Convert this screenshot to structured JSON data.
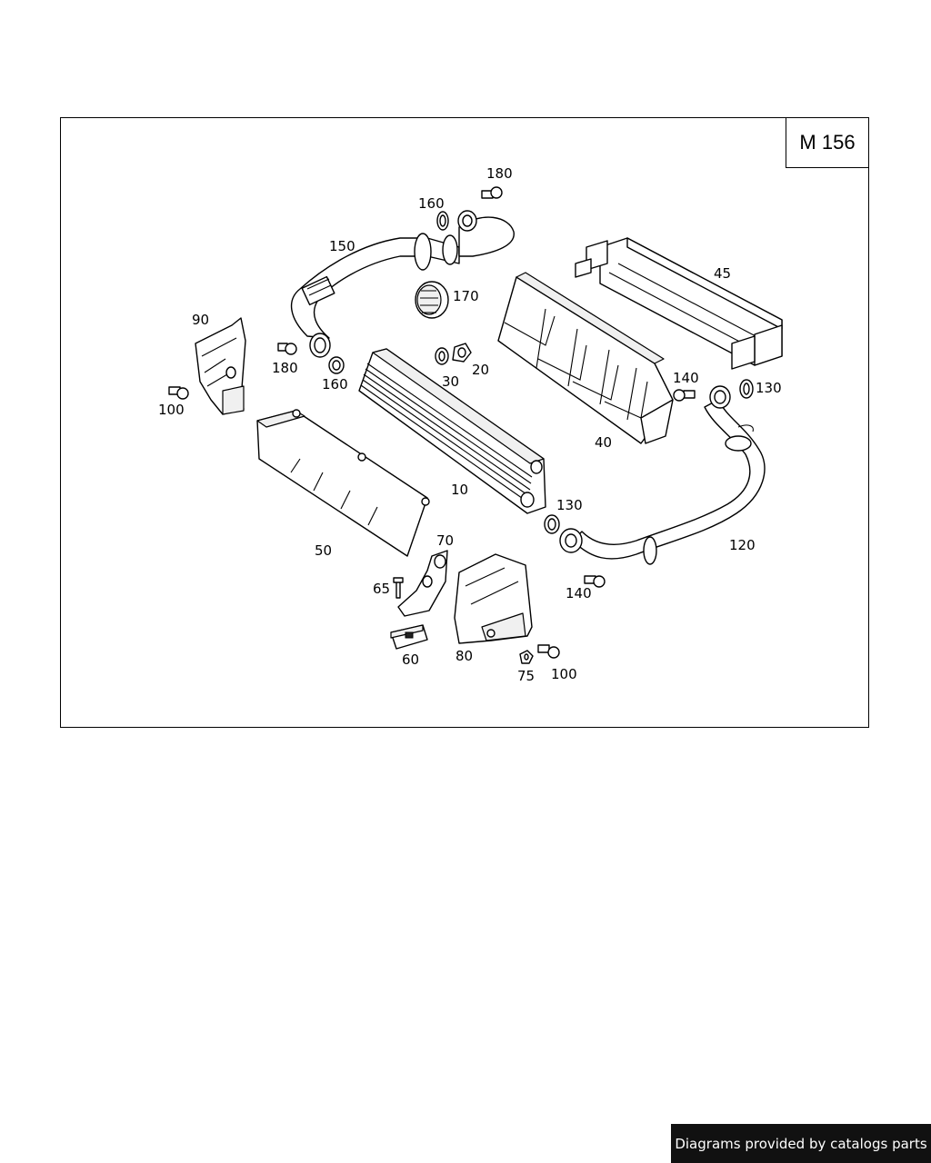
{
  "model_code": "M 156",
  "credit_text": "Diagrams provided by catalogs parts",
  "callouts": {
    "c180a": "180",
    "c160a": "160",
    "c150": "150",
    "c170": "170",
    "c45": "45",
    "c90": "90",
    "c180b": "180",
    "c160b": "160",
    "c100a": "100",
    "c30": "30",
    "c20": "20",
    "c140a": "140",
    "c130a": "130",
    "c40": "40",
    "c10": "10",
    "c130b": "130",
    "c120": "120",
    "c50": "50",
    "c70": "70",
    "c65": "65",
    "c140b": "140",
    "c60": "60",
    "c80": "80",
    "c75": "75",
    "c100b": "100"
  }
}
